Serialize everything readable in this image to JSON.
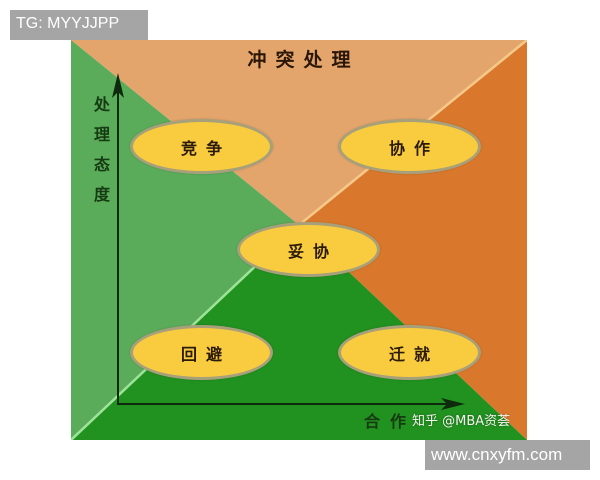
{
  "watermark_top": "TG: MYYJJPP",
  "watermark_bottom": "www.cnxyfm.com",
  "diagram": {
    "title": "冲突处理",
    "y_axis_label": [
      "处",
      "理",
      "态",
      "度"
    ],
    "x_axis_label": "合作",
    "source_watermark": "知乎 @MBA资荟",
    "colors": {
      "top_region": "#e3a56c",
      "left_region": "#5aac5a",
      "right_region": "#d9782c",
      "bottom_region": "#21911f",
      "ellipse_fill": "#f8cc3e",
      "ellipse_border": "#a7a07a"
    },
    "styles": [
      {
        "label": "竞争",
        "position": "top-left"
      },
      {
        "label": "协作",
        "position": "top-right"
      },
      {
        "label": "妥协",
        "position": "center"
      },
      {
        "label": "回避",
        "position": "bottom-left"
      },
      {
        "label": "迁就",
        "position": "bottom-right"
      }
    ]
  }
}
